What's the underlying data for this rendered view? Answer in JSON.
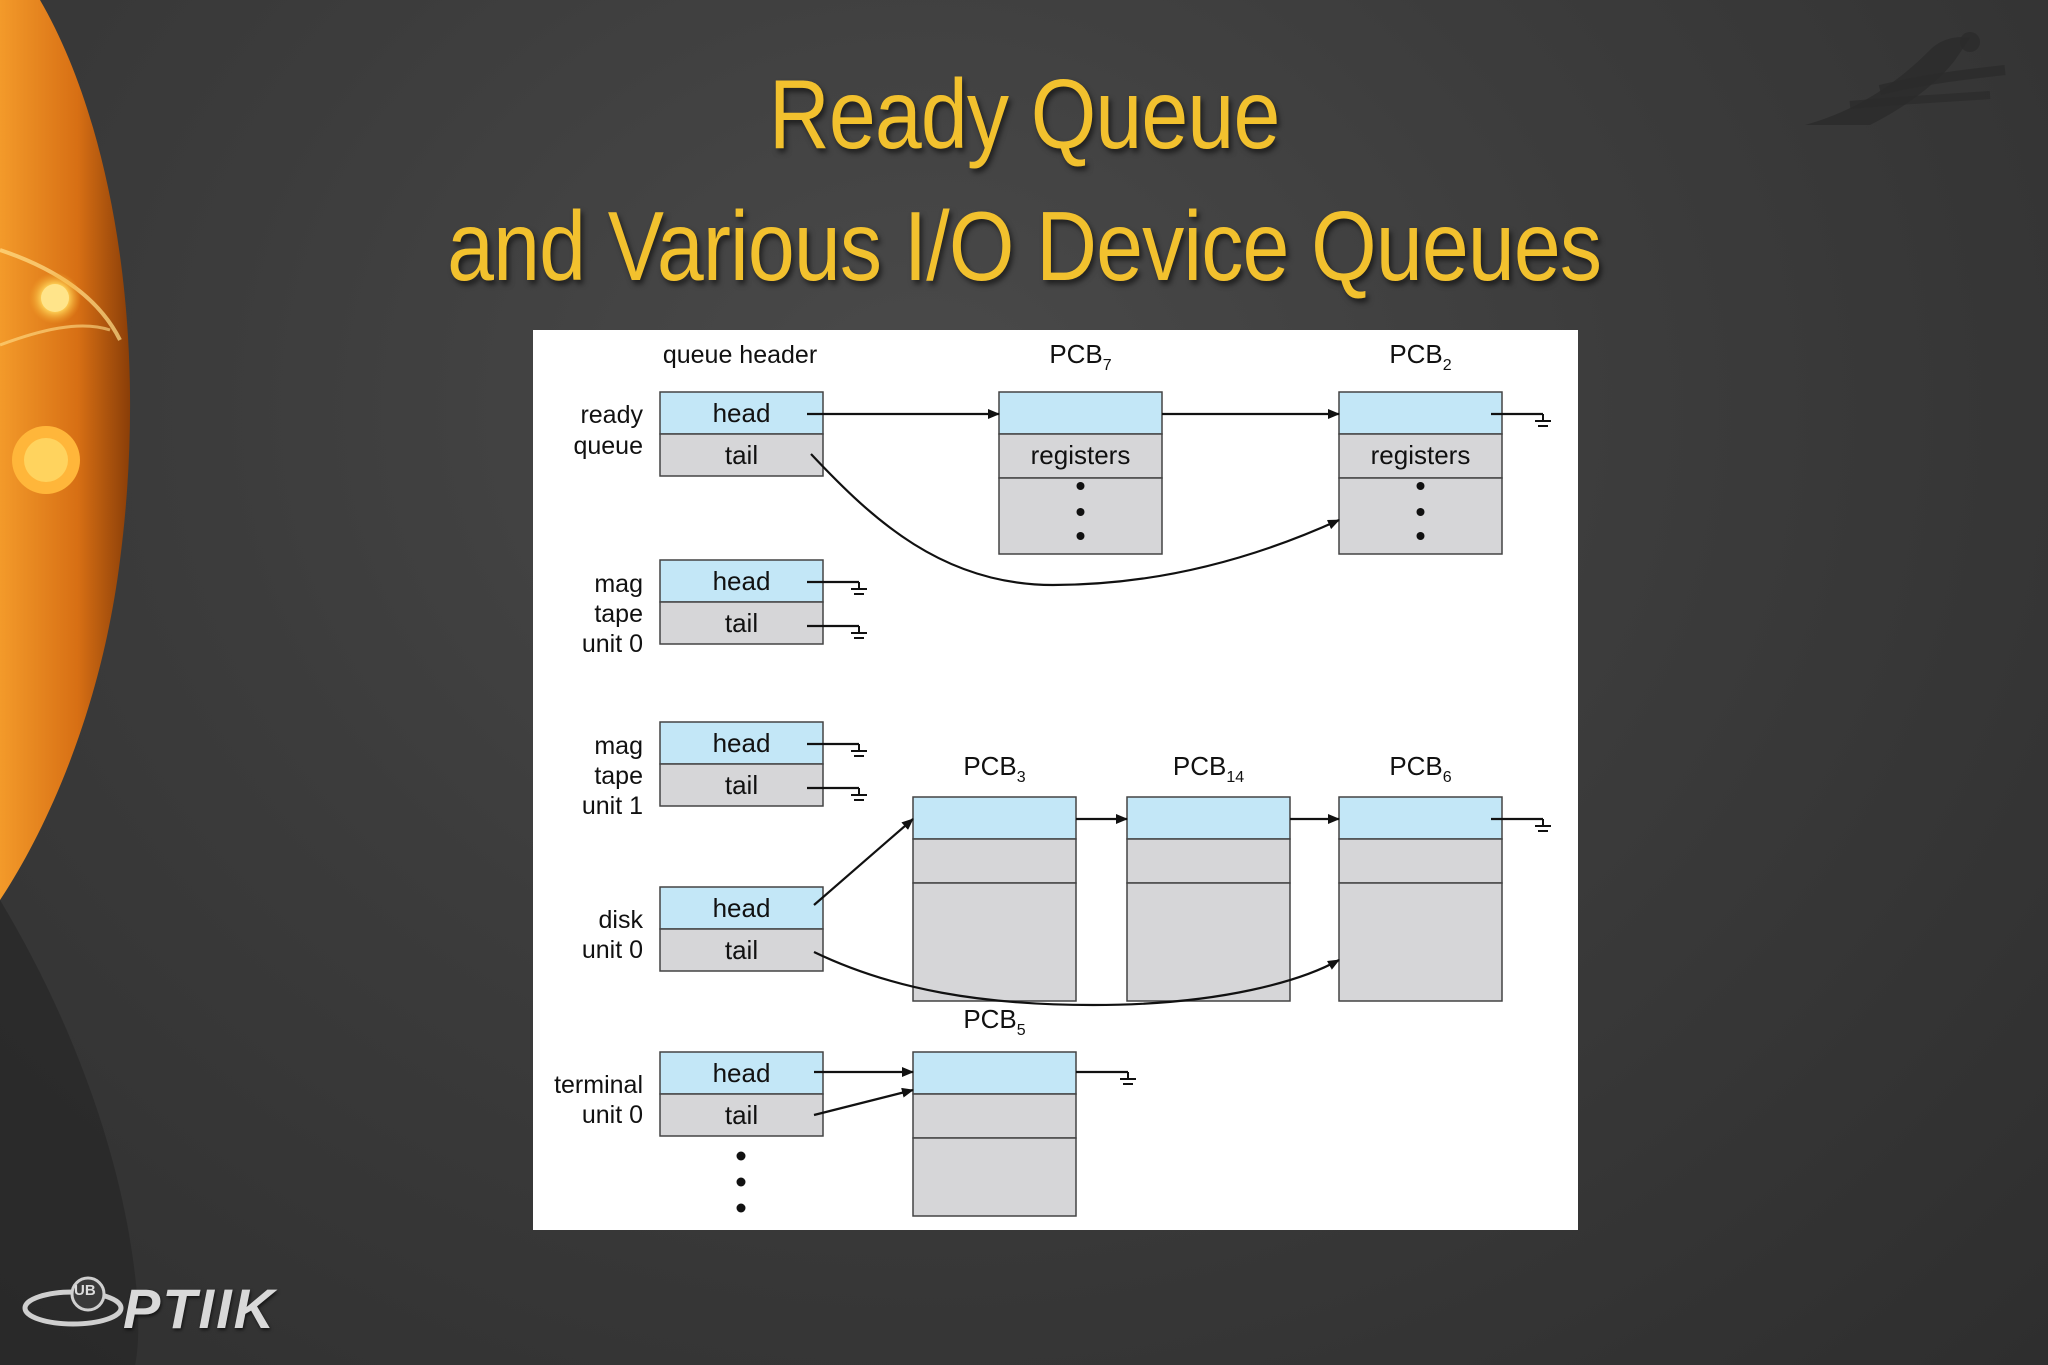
{
  "slide": {
    "title_line1": "Ready Queue",
    "title_line2": "and Various I/O Device Queues",
    "footer_logo_text": "PTIIK",
    "footer_logo_badge": "UB",
    "colors": {
      "title": "#f2c12e",
      "background": "#3c3c3c",
      "accent_orange": "#e07a1c",
      "cell_head": "#c3e7f7",
      "cell_body": "#d6d6d8"
    }
  },
  "diagram": {
    "queue_header_label": "queue header",
    "queues": [
      {
        "label_lines": [
          "ready",
          "queue"
        ],
        "head": "head",
        "tail": "tail"
      },
      {
        "label_lines": [
          "mag",
          "tape",
          "unit 0"
        ],
        "head": "head",
        "tail": "tail"
      },
      {
        "label_lines": [
          "mag",
          "tape",
          "unit 1"
        ],
        "head": "head",
        "tail": "tail"
      },
      {
        "label_lines": [
          "disk",
          "unit 0"
        ],
        "head": "head",
        "tail": "tail"
      },
      {
        "label_lines": [
          "terminal",
          "unit 0"
        ],
        "head": "head",
        "tail": "tail"
      }
    ],
    "pcbs": [
      {
        "name": "PCB",
        "sub": "7",
        "field": "registers"
      },
      {
        "name": "PCB",
        "sub": "2",
        "field": "registers"
      },
      {
        "name": "PCB",
        "sub": "3",
        "field": ""
      },
      {
        "name": "PCB",
        "sub": "14",
        "field": ""
      },
      {
        "name": "PCB",
        "sub": "6",
        "field": ""
      },
      {
        "name": "PCB",
        "sub": "5",
        "field": ""
      }
    ]
  }
}
